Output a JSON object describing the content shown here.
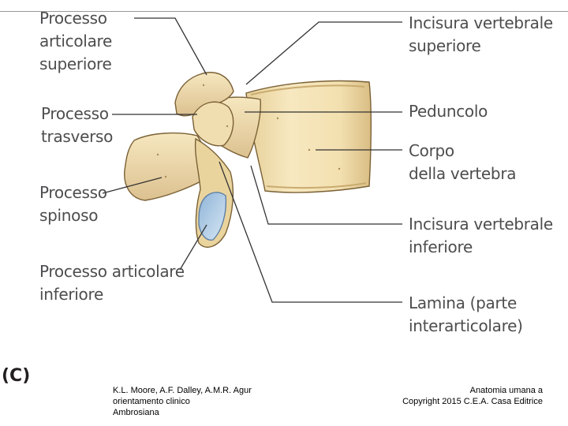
{
  "figure": {
    "panel_label": "(C)",
    "labels": {
      "processo_articolare_superiore": "Processo\narticolare\nsuperiore",
      "processo_trasverso": "Processo\ntrasverso",
      "processo_spinoso": "Processo\nspinoso",
      "processo_articolare_inferiore": "Processo articolare\ninferiore",
      "incisura_vertebrale_superiore": "Incisura vertebrale\nsuperiore",
      "peduncolo": "Peduncolo",
      "corpo_della_vertebra": "Corpo\ndella vertebra",
      "incisura_vertebrale_inferiore": "Incisura vertebrale\ninferiore",
      "lamina": "Lamina (parte\ninterarticolare)"
    }
  },
  "footer": {
    "left_credit": "K.L. Moore, A.F. Dalley, A.M.R. Agur\n   orientamento clinico\n   Ambrosiana",
    "right_credit": "Anatomia umana a\nCopyright 2015 C.E.A. Casa Editrice"
  },
  "colors": {
    "bone": "#f1dfb0",
    "bone_shadow": "#cdb27a",
    "bone_outline": "#7a6136",
    "cartilage": "#a9c9e6",
    "label_text": "#4d4d4f",
    "leader_line": "#333333"
  }
}
